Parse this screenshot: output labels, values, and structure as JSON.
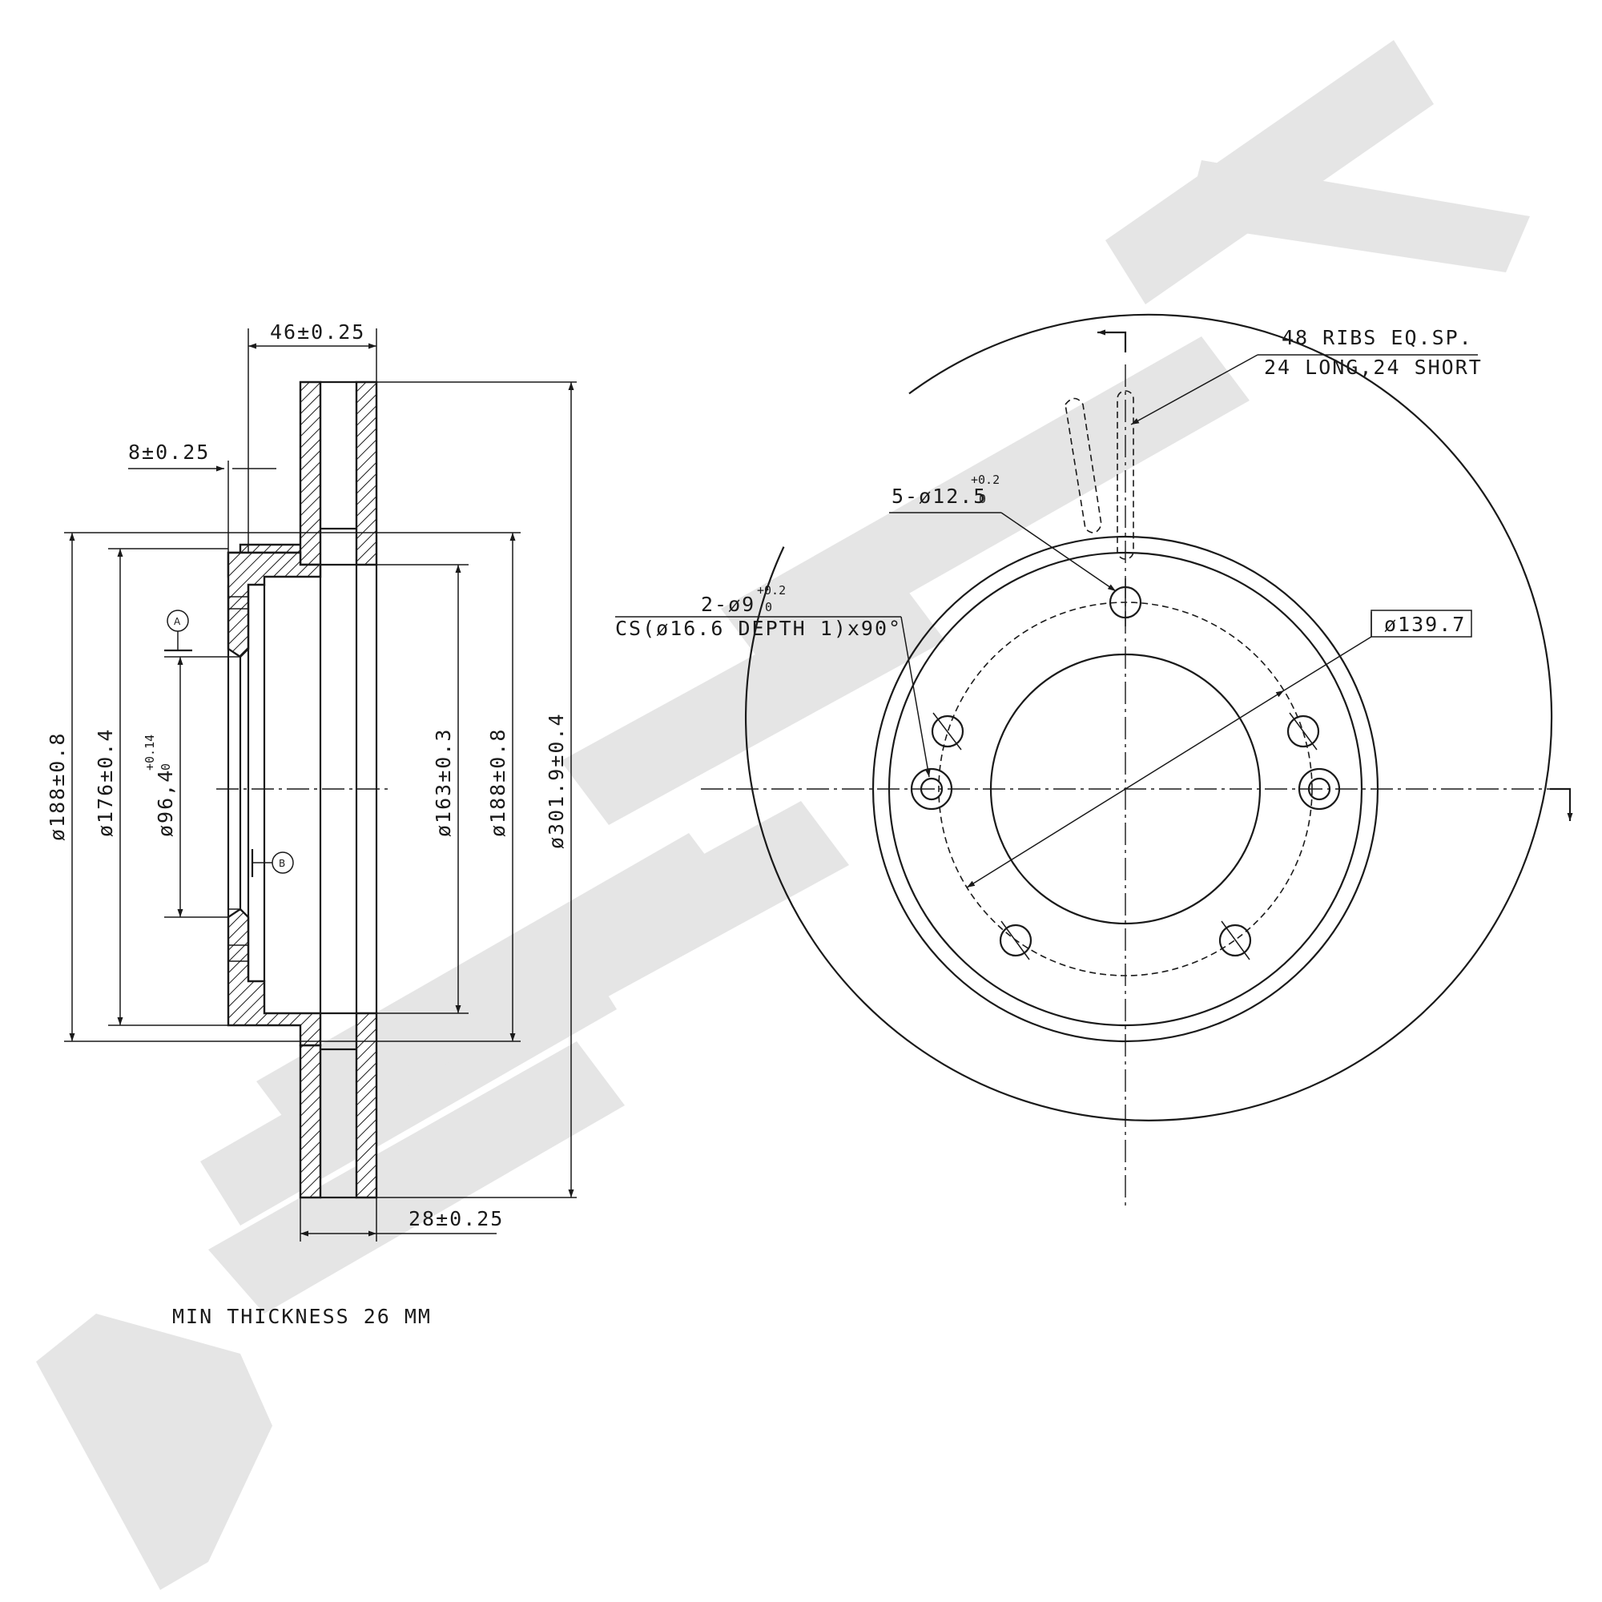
{
  "watermark": "ZENMEK",
  "side_view": {
    "overall_width": "46±0.25",
    "hat_flange": "8±0.25",
    "disc_thickness": "28±0.25",
    "dim_outer": "ø301.9±0.4",
    "dim_d188_left": "ø188±0.8",
    "dim_d176": "ø176±0.4",
    "dim_bore": "ø96,4",
    "dim_bore_tol_upper": "+0.14",
    "dim_bore_tol_lower": "0",
    "dim_d163": "ø163±0.3",
    "dim_d188_right": "ø188±0.8",
    "datum_a": "A",
    "datum_b": "B",
    "note": "MIN THICKNESS 26 MM"
  },
  "front_view": {
    "ribs_line1": "48 RIBS EQ.SP.",
    "ribs_line2": "24 LONG,24 SHORT",
    "bolt_holes": "5-ø12.5",
    "bolt_tol_upper": "+0.2",
    "bolt_tol_lower": "0",
    "aux_holes": "2-ø9",
    "aux_tol_upper": "+0.2",
    "aux_tol_lower": "0",
    "countersink": "CS(ø16.6 DEPTH 1)x90°",
    "pcd": "ø139.7"
  }
}
